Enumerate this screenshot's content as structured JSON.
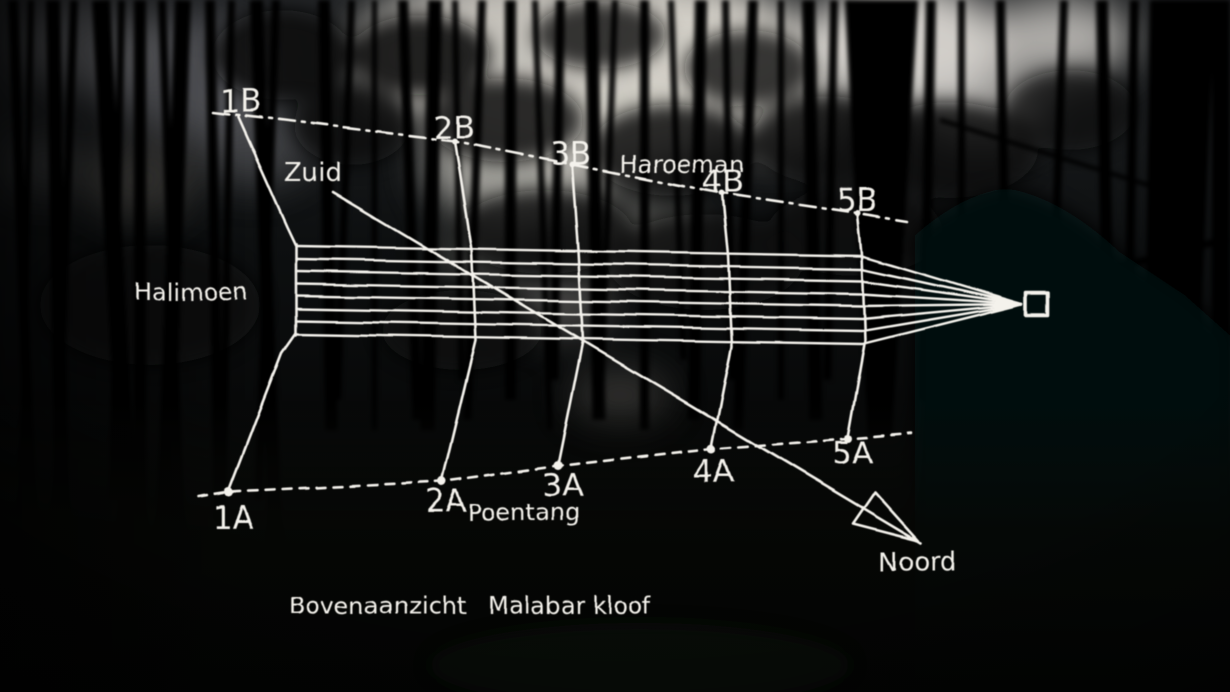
{
  "title": {
    "part1": "Bovenaanzicht",
    "part2": "Malabar kloof"
  },
  "labels": {
    "south": "Zuid",
    "north": "Noord",
    "ridge_top": "Haroeman",
    "ridge_left": "Halimoen",
    "ridge_bottom": "Poentang"
  },
  "stations": {
    "top": [
      "1B",
      "2B",
      "3B",
      "4B",
      "5B"
    ],
    "bottom": [
      "1A",
      "2A",
      "3A",
      "4A",
      "5A"
    ]
  },
  "diagram": {
    "wire_count": 8,
    "icons": {
      "north_arrow": "open-triangle-arrow",
      "anchor_marker": "open-square"
    }
  },
  "colors": {
    "ink": "#f4f2ec",
    "sky": "#d6d3cb",
    "forest_dark": "#060807"
  }
}
